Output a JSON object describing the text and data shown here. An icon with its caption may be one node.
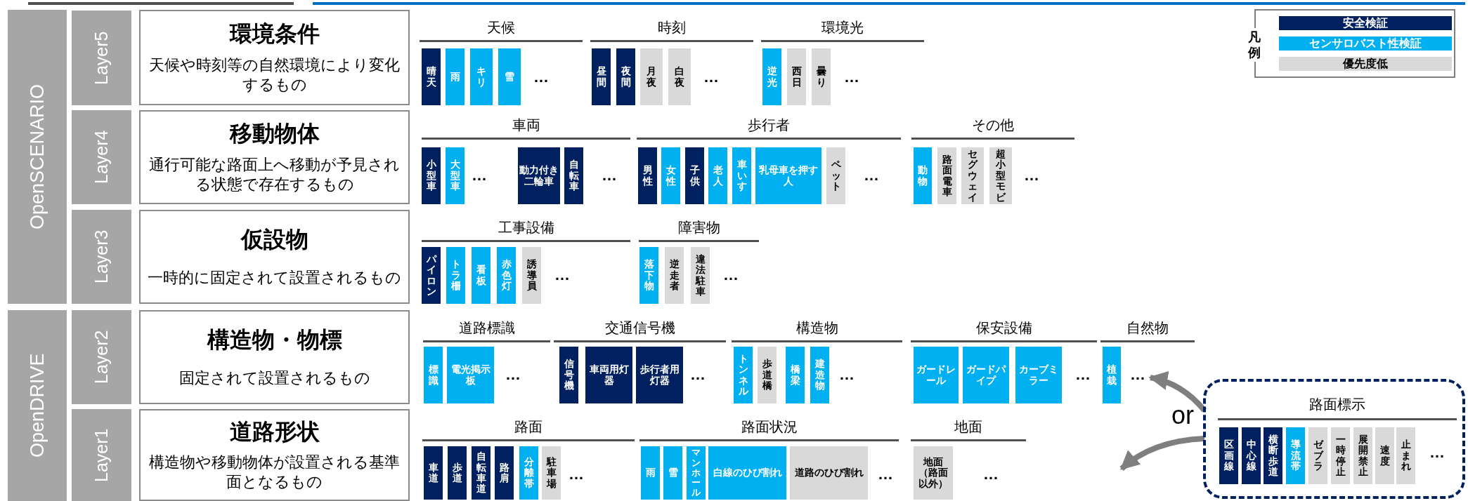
{
  "diagram": {
    "nodes": [
      {
        "text": [
          "OpenSCENARIO"
        ]
      },
      {
        "text": [
          "OpenDRIVE"
        ]
      },
      {
        "text": [
          "Layer5"
        ]
      },
      {
        "text": [
          "Layer4"
        ]
      },
      {
        "text": [
          "Layer3"
        ]
      },
      {
        "text": [
          "Layer2"
        ]
      },
      {
        "text": [
          "Layer1"
        ]
      },
      {
        "text": [
          "環境条件",
          "天候や時刻等の自然環境により変化するもの"
        ]
      },
      {
        "text": [
          "移動物体",
          "通行可能な路面上へ移動が予見される状態で存在するもの"
        ]
      },
      {
        "text": [
          "仮設物",
          "一時的に固定されて設置されるもの"
        ]
      },
      {
        "text": [
          "構造物・物標",
          "固定されて設置されるもの"
        ]
      },
      {
        "text": [
          "道路形状",
          "構造物や移動物体が設置される基準面となるもの"
        ]
      },
      {
        "text": [
          "晴天"
        ]
      },
      {
        "text": [
          "雨"
        ]
      },
      {
        "text": [
          "キリ"
        ]
      },
      {
        "text": [
          "雪"
        ]
      },
      {
        "text": [
          "昼間"
        ]
      },
      {
        "text": [
          "夜間"
        ]
      },
      {
        "text": [
          "月夜"
        ]
      },
      {
        "text": [
          "白夜"
        ]
      },
      {
        "text": [
          "逆光"
        ]
      },
      {
        "text": [
          "西日"
        ]
      },
      {
        "text": [
          "曇り"
        ]
      },
      {
        "text": [
          "小型車"
        ]
      },
      {
        "text": [
          "大型車"
        ]
      },
      {
        "text": [
          "動力付き二輪車"
        ]
      },
      {
        "text": [
          "自転車"
        ]
      },
      {
        "text": [
          "男性"
        ]
      },
      {
        "text": [
          "女性"
        ]
      },
      {
        "text": [
          "子供"
        ]
      },
      {
        "text": [
          "老人"
        ]
      },
      {
        "text": [
          "車いす"
        ]
      },
      {
        "text": [
          "乳母車を押す人"
        ]
      },
      {
        "text": [
          "ペット"
        ]
      },
      {
        "text": [
          "動物"
        ]
      },
      {
        "text": [
          "路面電車"
        ]
      },
      {
        "text": [
          "セグウェイ"
        ]
      },
      {
        "text": [
          "超小型モビ"
        ]
      },
      {
        "text": [
          "パイロン"
        ]
      },
      {
        "text": [
          "トラ柵"
        ]
      },
      {
        "text": [
          "看板"
        ]
      },
      {
        "text": [
          "赤色灯"
        ]
      },
      {
        "text": [
          "誘導員"
        ]
      },
      {
        "text": [
          "落下物"
        ]
      },
      {
        "text": [
          "逆走者"
        ]
      },
      {
        "text": [
          "違法駐車"
        ]
      },
      {
        "text": [
          "標識"
        ]
      },
      {
        "text": [
          "電光掲示板"
        ]
      },
      {
        "text": [
          "信号機"
        ]
      },
      {
        "text": [
          "車両用灯器"
        ]
      },
      {
        "text": [
          "歩行者用灯器"
        ]
      },
      {
        "text": [
          "トンネル"
        ]
      },
      {
        "text": [
          "歩道橋"
        ]
      },
      {
        "text": [
          "橋梁"
        ]
      },
      {
        "text": [
          "建造物"
        ]
      },
      {
        "text": [
          "ガードレール"
        ]
      },
      {
        "text": [
          "ガードパイプ"
        ]
      },
      {
        "text": [
          "カーブミラー"
        ]
      },
      {
        "text": [
          "植栽"
        ]
      },
      {
        "text": [
          "車道"
        ]
      },
      {
        "text": [
          "歩道"
        ]
      },
      {
        "text": [
          "自転車道"
        ]
      },
      {
        "text": [
          "路肩"
        ]
      },
      {
        "text": [
          "分離帯"
        ]
      },
      {
        "text": [
          "駐車場"
        ]
      },
      {
        "text": [
          "雨"
        ]
      },
      {
        "text": [
          "雪"
        ]
      },
      {
        "text": [
          "マンホール"
        ]
      },
      {
        "text": [
          "白線のひび割れ"
        ]
      },
      {
        "text": [
          "道路のひび割れ"
        ]
      },
      {
        "text": [
          "地面（路面以外）"
        ]
      },
      {
        "text": [
          "路面標示"
        ]
      },
      {
        "text": [
          "区画線"
        ],
        "in": 71
      },
      {
        "text": [
          "中心線"
        ],
        "in": 71
      },
      {
        "text": [
          "横断歩道"
        ],
        "in": 71
      },
      {
        "text": [
          "導流帯"
        ],
        "in": 71
      },
      {
        "text": [
          "ゼブラ"
        ],
        "in": 71
      },
      {
        "text": [
          "一時停止"
        ],
        "in": 71
      },
      {
        "text": [
          "展開禁止"
        ],
        "in": 71
      },
      {
        "text": [
          "速度"
        ],
        "in": 71
      },
      {
        "text": [
          "止まれ"
        ],
        "in": 71
      },
      {
        "text": [
          "…"
        ]
      }
    ],
    "edges": [
      {
        "from": 71,
        "to": 81,
        "arrow": "to"
      },
      {
        "from": 71,
        "to": null,
        "arrow": "to"
      }
    ],
    "labels": [
      "天候",
      "時刻",
      "環境光",
      "凡例",
      "…",
      "…",
      "…",
      "車両",
      "歩行者",
      "その他",
      "…",
      "…",
      "…",
      "…",
      "工事設備",
      "障害物",
      "…",
      "…",
      "道路標識",
      "交通信号機",
      "構造物",
      "保安設備",
      "自然物",
      "…",
      "…",
      "…",
      "…",
      "or",
      "路面",
      "路面状況",
      "地面",
      "…",
      "…",
      "…",
      "…"
    ],
    "legend": [
      {
        "text": "安全検証",
        "color": "#002060"
      },
      {
        "text": "センサロバスト性検証",
        "color": "#00b0f0"
      },
      {
        "text": "優先度低",
        "color": "#d9d9d9"
      }
    ]
  }
}
